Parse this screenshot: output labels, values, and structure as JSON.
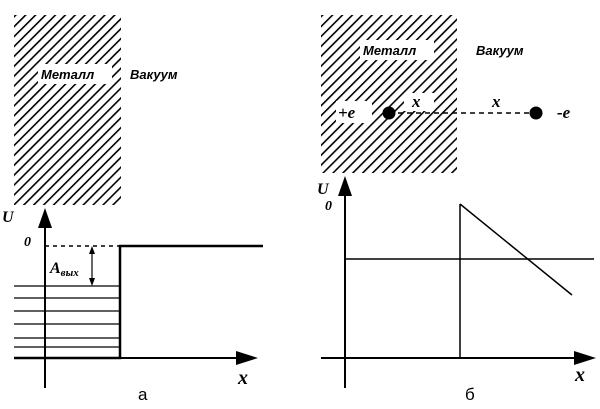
{
  "panel_a": {
    "metal_label": "Металл",
    "vacuum_label": "Вакуум",
    "axis_u": "U",
    "axis_x": "x",
    "zero_label": "0",
    "work_function_main": "A",
    "work_function_sub": "вых",
    "caption": "а"
  },
  "panel_b": {
    "metal_label": "Металл",
    "vacuum_label": "Вакуум",
    "plus_charge": "+e",
    "minus_charge": "-e",
    "distance_left": "x",
    "distance_right": "x",
    "axis_u": "U",
    "axis_x": "x",
    "zero_label": "0",
    "caption": "б"
  },
  "colors": {
    "ink": "#000000",
    "background": "#ffffff"
  }
}
